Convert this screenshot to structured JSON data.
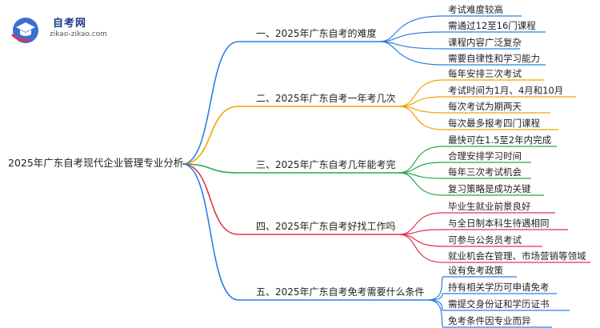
{
  "logo": {
    "name": "自考网",
    "url": "zikao-zikao.com"
  },
  "root": {
    "label": "2025年广东自考现代企业管理专业分析"
  },
  "branches": [
    {
      "label": "一、2025年广东自考的难度",
      "color": "#2a80e0",
      "leaves": [
        "考试难度较高",
        "需通过12至16门课程",
        "课程内容广泛复杂",
        "需要自律性和学习能力"
      ]
    },
    {
      "label": "二、2025年广东自考一年考几次",
      "color": "#f0a400",
      "leaves": [
        "每年安排三次考试",
        "考试时间为1月、4月和10月",
        "每次考试为期两天",
        "每次最多报考四门课程"
      ]
    },
    {
      "label": "三、2025年广东自考几年能考完",
      "color": "#2aa84a",
      "leaves": [
        "最快可在1.5至2年内完成",
        "合理安排学习时间",
        "每年三次考试机会",
        "复习策略是成功关键"
      ]
    },
    {
      "label": "四、2025年广东自考好找工作吗",
      "color": "#e0334a",
      "leaves": [
        "毕业生就业前景良好",
        "与全日制本科生待遇相同",
        "可参与公务员考试",
        "就业机会在管理、市场营销等领域"
      ]
    },
    {
      "label": "五、2025年广东自考免考需要什么条件",
      "color": "#2a80e0",
      "leaves": [
        "设有免考政策",
        "持有相关学历可申请免考",
        "需提交身份证和学历证书",
        "免考条件因专业而异"
      ]
    }
  ]
}
